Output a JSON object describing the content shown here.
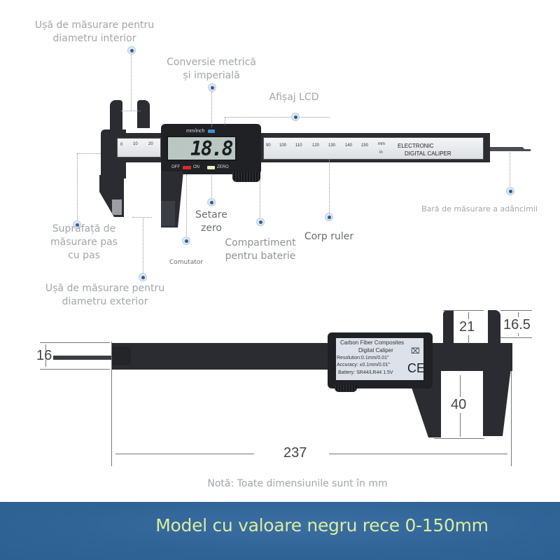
{
  "callouts": {
    "inner_jaw": "Ușă de măsurare pentru\ndiametru interior",
    "inner_jaw_line1": "Ușă de măsurare pentru",
    "inner_jaw_line2": "diametru interior",
    "metric_imperial_line1": "Conversie metrică",
    "metric_imperial_line2": "și imperială",
    "lcd": "Afișaj LCD",
    "step_surface_line1": "Suprafață de",
    "step_surface_line2": "măsurare pas",
    "step_surface_line3": "cu pas",
    "zero_line1": "Setare",
    "zero_line2": "zero",
    "switch": "Comutator",
    "battery_line1": "Compartiment",
    "battery_line2": "pentru baterie",
    "body": "Corp ruler",
    "depth_bar": "Bară de măsurare a adâncimii",
    "outer_jaw_line1": "Ușă de măsurare pentru",
    "outer_jaw_line2": "diametru exterior"
  },
  "caliper_top": {
    "unit_button": "mm/inch",
    "display_value": "18.8",
    "off_label": "OFF",
    "on_label": "ON",
    "zero_label": "ZERO",
    "ruler_left_ticks": [
      "0",
      "10",
      "20"
    ],
    "ruler_right_ticks": [
      "90",
      "100",
      "110",
      "120",
      "130",
      "140",
      "150"
    ],
    "unit_mm": "mm",
    "unit_in": "in",
    "brand_line1": "ELECTRONIC",
    "brand_line2": "DIGITAL CALIPER"
  },
  "caliper_bottom": {
    "label_line1": "Carbon Fiber Composites",
    "label_line2": "Digital Caliper",
    "resolution": "Resolution:0.1mm/0.01\"",
    "accuracy": "Accuracy: ±0.1mm/0.01\"",
    "battery": "Battery: SR44/LR44 1.5V",
    "ce_mark": "CE",
    "weee_icon": "⌧"
  },
  "dimensions": {
    "depth_bar_height": "16",
    "total_length": "237",
    "inner_jaw_length": "21",
    "inner_jaw_width": "16.5",
    "outer_jaw_length": "40"
  },
  "note": "Notă: Toate dimensiunile sunt în mm",
  "banner": {
    "title": "Model cu valoare negru rece 0-150mm",
    "bg_color": "#2f6396",
    "text_color": "#d9eda0"
  }
}
